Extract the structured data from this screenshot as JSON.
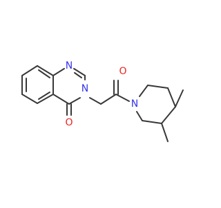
{
  "molecule": {
    "atoms": {
      "n_ring_top": {
        "symbol": "N",
        "color": "#3333ee"
      },
      "n_ring_amide": {
        "symbol": "N",
        "color": "#3333ee"
      },
      "o_ring_carbonyl": {
        "symbol": "O",
        "color": "#ee2222"
      },
      "o_side_carbonyl": {
        "symbol": "O",
        "color": "#ee2222"
      },
      "n_piperidine": {
        "symbol": "N",
        "color": "#3333ee"
      }
    },
    "colors": {
      "bond": "#383838",
      "background": "#ffffff"
    }
  }
}
